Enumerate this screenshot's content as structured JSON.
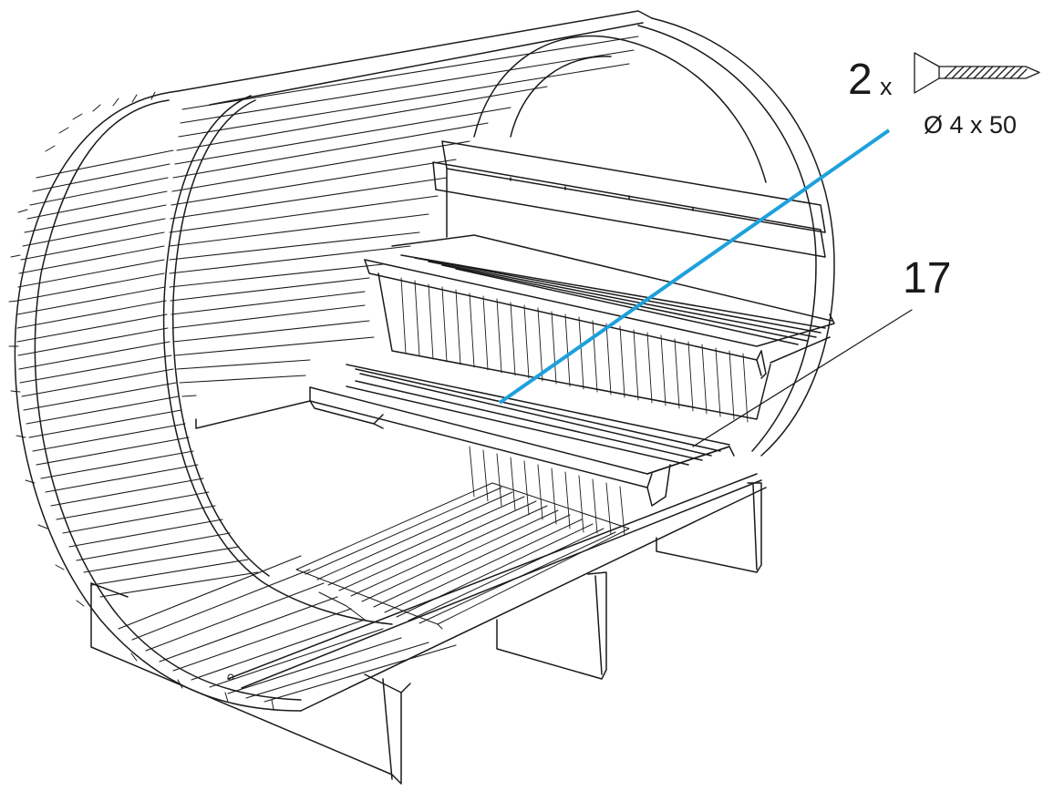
{
  "callouts": {
    "screw_quantity": "2",
    "screw_multiplier": "x",
    "screw_spec": "Ø 4 x 50",
    "part_number": "17"
  },
  "icons": {
    "screw": "countersunk-screw-icon"
  },
  "colors": {
    "line_art": "#1a1a1a",
    "screw_pointer": "#1ea0dc",
    "background": "#ffffff"
  }
}
